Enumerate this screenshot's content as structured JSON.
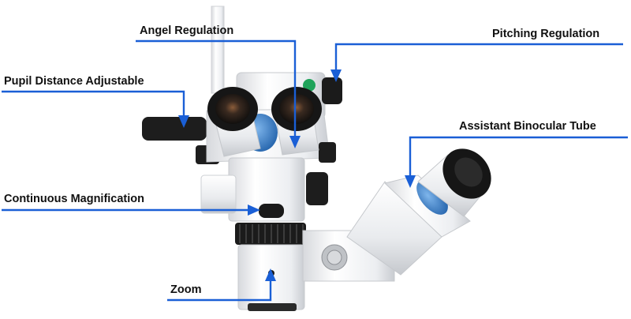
{
  "labels": {
    "angel_regulation": "Angel Regulation",
    "pitching_regulation": "Pitching Regulation",
    "pupil_distance": "Pupil Distance Adjustable",
    "assistant_binocular": "Assistant Binocular Tube",
    "continuous_magnification": "Continuous Magnification",
    "zoom": "Zoom"
  },
  "colors": {
    "leader_line": "#1a5fd6",
    "body": "#f2f3f5",
    "knob": "#1b1b1b",
    "accent_blue": "#2d77c9",
    "accent_green": "#1fa35a"
  }
}
